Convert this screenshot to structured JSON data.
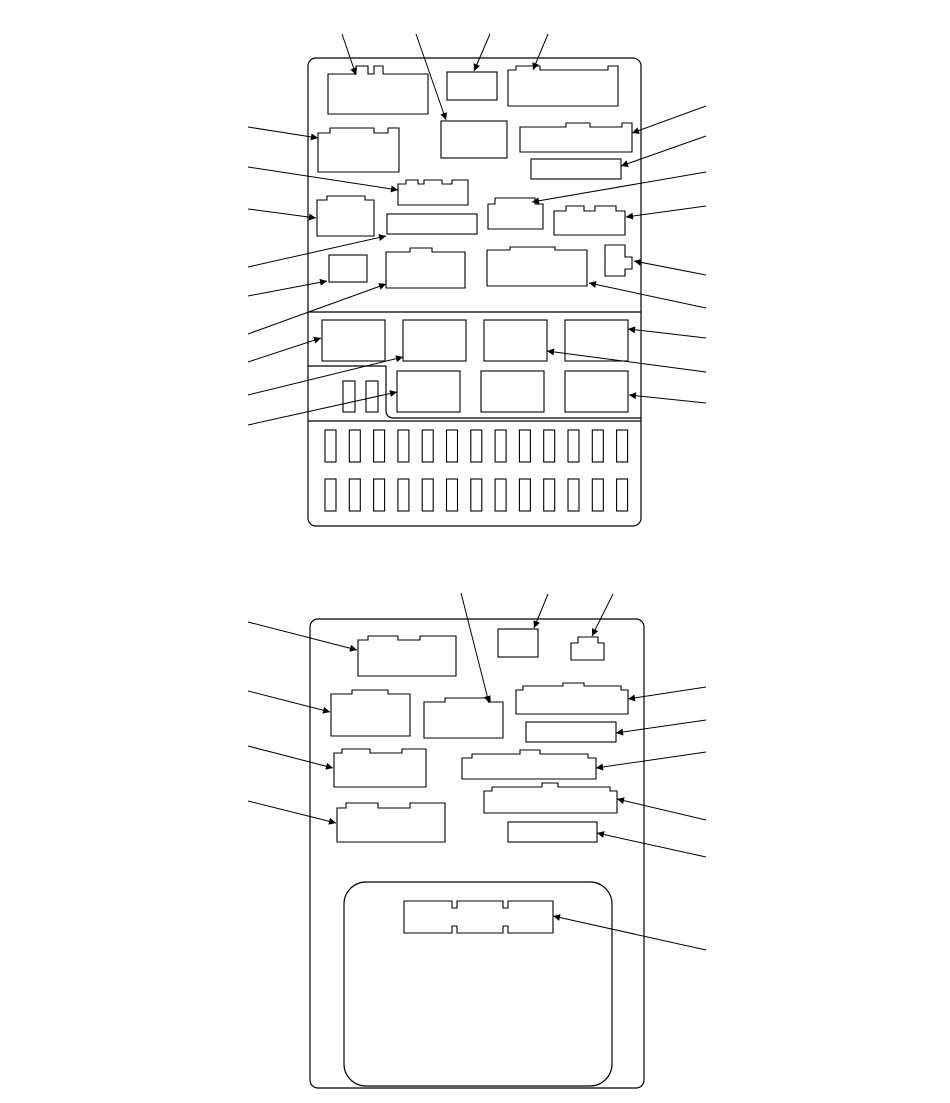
{
  "diagram": {
    "title": "",
    "type": "fuse-relay box connector locator",
    "panels": [
      {
        "name": "upper-panel",
        "leader_count": 23,
        "relay_count": 8,
        "fuse_count": 26,
        "labels": []
      },
      {
        "name": "lower-panel",
        "leader_count": 13,
        "labels": []
      }
    ],
    "colors": {
      "line": "#000000",
      "background": "#ffffff"
    }
  }
}
